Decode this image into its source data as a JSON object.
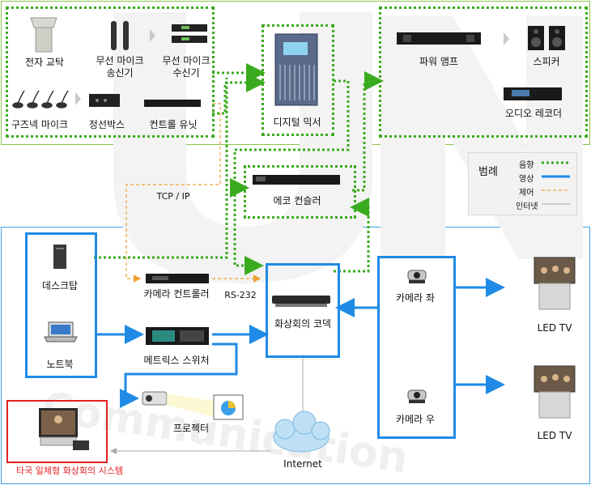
{
  "labels": {
    "podium": "전자 교탁",
    "wireless_tx": "무선 마이크\n송신기",
    "wireless_rx": "무선 마이크\n수신기",
    "gooseneck": "구즈넥 마이크",
    "junction": "정선박스",
    "control_unit": "컨트롤 유닛",
    "mixer": "디지털 믹서",
    "power_amp": "파워 앰프",
    "speaker": "스피커",
    "recorder": "오디오 레코더",
    "echo": "에코 컨슬러",
    "tcp": "TCP / IP",
    "desktop": "데스크탑",
    "laptop": "노트북",
    "camera_ctrl": "카메라 컨트롤러",
    "rs232": "RS-232",
    "matrix": "메트릭스 스위처",
    "codec": "화상회의 코덱",
    "cam_left": "카메라 좌",
    "cam_right": "카메라 우",
    "led1": "LED TV",
    "led2": "LED TV",
    "projector": "프로젝터",
    "internet": "Internet",
    "remote": "타국 일체형 화상회의 시스템"
  },
  "legend": {
    "title": "범례",
    "items": [
      {
        "label": "음향",
        "color": "#3aab1e"
      },
      {
        "label": "영상",
        "color": "#1f8be6"
      },
      {
        "label": "제어",
        "color": "#f0a030"
      },
      {
        "label": "인터넷",
        "color": "#999999"
      }
    ]
  },
  "colors": {
    "audio": "#3aab1e",
    "video": "#1f8be6",
    "control": "#f0a030",
    "internet": "#aaaaaa",
    "remote_box": "#e02020"
  }
}
